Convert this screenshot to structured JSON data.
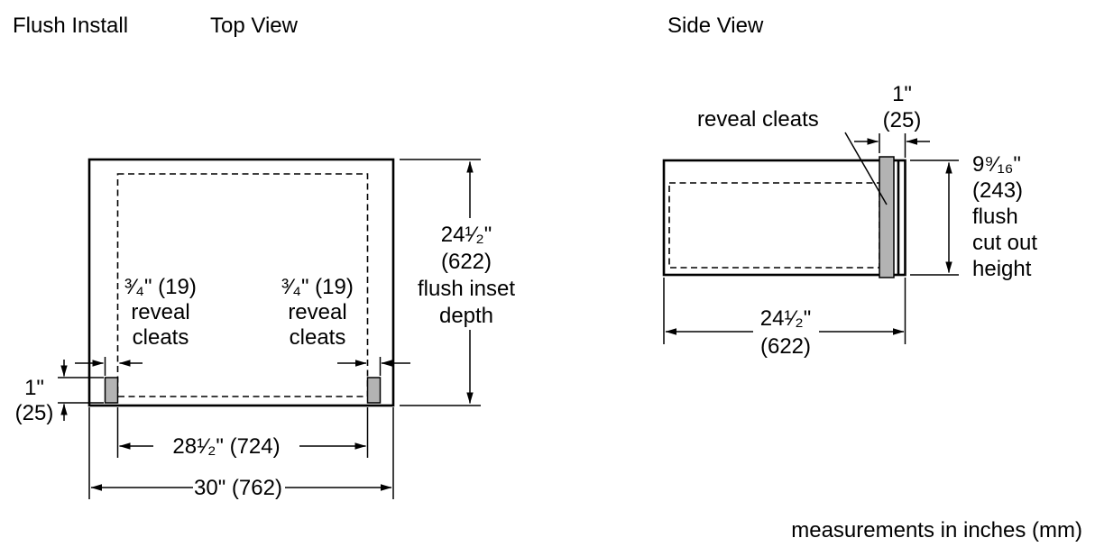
{
  "header": {
    "title": "Flush Install",
    "top_view_label": "Top View",
    "side_view_label": "Side View"
  },
  "top_view": {
    "flush_inset_depth": {
      "value_in": "24¹⁄₂\"",
      "value_mm": "(622)",
      "desc_line1": "flush inset",
      "desc_line2": "depth"
    },
    "left_cleat": {
      "value": "³⁄₄\" (19)",
      "desc_line1": "reveal",
      "desc_line2": "cleats"
    },
    "right_cleat": {
      "value": "³⁄₄\" (19)",
      "desc_line1": "reveal",
      "desc_line2": "cleats"
    },
    "cleat_height": {
      "value_in": "1\"",
      "value_mm": "(25)"
    },
    "inner_width": "28¹⁄₂\" (724)",
    "outer_width": "30\" (762)"
  },
  "side_view": {
    "reveal_cleats_label": "reveal cleats",
    "cleat_width": {
      "value_in": "1\"",
      "value_mm": "(25)"
    },
    "cutout_height": {
      "value_in": "9⁹⁄₁₆\"",
      "value_mm": "(243)",
      "desc_line1": "flush",
      "desc_line2": "cut out",
      "desc_line3": "height"
    },
    "depth": {
      "value_in": "24¹⁄₂\"",
      "value_mm": "(622)"
    }
  },
  "footer": {
    "note": "measurements in inches (mm)"
  },
  "colors": {
    "line": "#000000",
    "cleat_fill": "#b3b3b3",
    "background": "#ffffff"
  }
}
